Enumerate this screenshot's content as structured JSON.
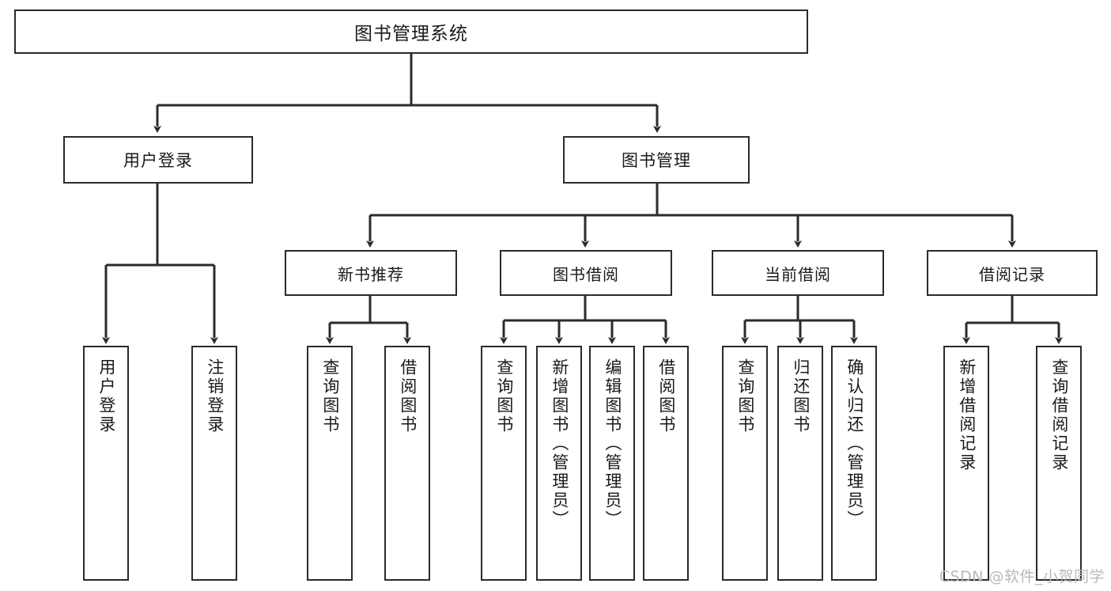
{
  "diagram": {
    "kind": "tree-structure-chart",
    "root": {
      "id": "root",
      "label": "图书管理系统"
    },
    "level1": [
      {
        "id": "user-login",
        "label": "用户登录"
      },
      {
        "id": "book-management",
        "label": "图书管理"
      }
    ],
    "level2": [
      {
        "id": "new-book-recommend",
        "label": "新书推荐",
        "parent": "book-management"
      },
      {
        "id": "book-borrow",
        "label": "图书借阅",
        "parent": "book-management"
      },
      {
        "id": "current-borrow",
        "label": "当前借阅",
        "parent": "book-management"
      },
      {
        "id": "borrow-record",
        "label": "借阅记录",
        "parent": "book-management"
      }
    ],
    "leaves": [
      {
        "id": "leaf-user-login",
        "label": "用户登录",
        "parent": "user-login"
      },
      {
        "id": "leaf-logout-login",
        "label": "注销登录",
        "parent": "user-login"
      },
      {
        "id": "leaf-query-book-1",
        "label": "查询图书",
        "parent": "new-book-recommend"
      },
      {
        "id": "leaf-borrow-book-1",
        "label": "借阅图书",
        "parent": "new-book-recommend"
      },
      {
        "id": "leaf-query-book-2",
        "label": "查询图书",
        "parent": "book-borrow"
      },
      {
        "id": "leaf-add-book",
        "label": "新增图书（管理员）",
        "parent": "book-borrow"
      },
      {
        "id": "leaf-edit-book",
        "label": "编辑图书（管理员）",
        "parent": "book-borrow"
      },
      {
        "id": "leaf-borrow-book-2",
        "label": "借阅图书",
        "parent": "book-borrow"
      },
      {
        "id": "leaf-query-book-3",
        "label": "查询图书",
        "parent": "current-borrow"
      },
      {
        "id": "leaf-return-book",
        "label": "归还图书",
        "parent": "current-borrow"
      },
      {
        "id": "leaf-confirm-return",
        "label": "确认归还（管理员）",
        "parent": "current-borrow"
      },
      {
        "id": "leaf-add-record",
        "label": "新增借阅记录",
        "parent": "borrow-record"
      },
      {
        "id": "leaf-query-record",
        "label": "查询借阅记录",
        "parent": "borrow-record"
      }
    ],
    "colors": {
      "node_border": "#2b2b2b",
      "node_fill": "#ffffff",
      "edge": "#2b2b2b",
      "text": "#1a1a1a",
      "watermark": "#b9b9b9",
      "background": "#ffffff"
    }
  },
  "watermark": {
    "text": "CSDN @软件_小贺同学"
  }
}
